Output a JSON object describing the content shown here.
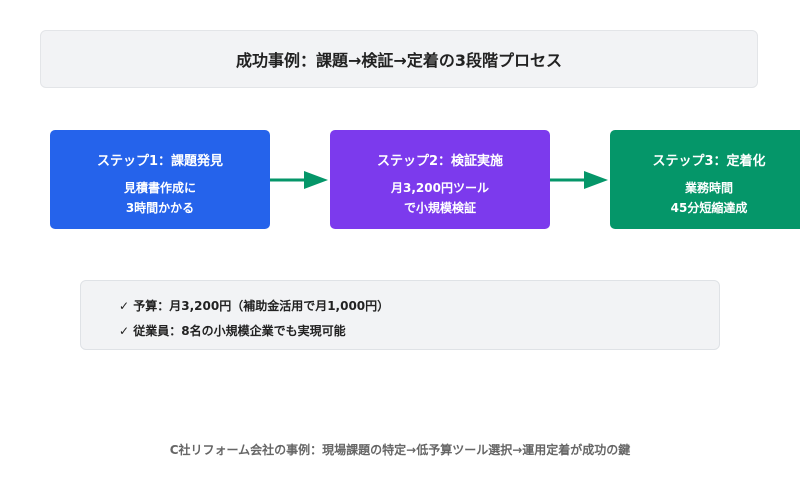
{
  "title": "成功事例：課題→検証→定着の3段階プロセス",
  "steps": [
    {
      "title": "ステップ1：課題発見",
      "lines": [
        "見積書作成に",
        "3時間かかる"
      ],
      "color": "#2563eb"
    },
    {
      "title": "ステップ2：検証実施",
      "lines": [
        "月3,200円ツール",
        "で小規模検証"
      ],
      "color": "#7c3aed"
    },
    {
      "title": "ステップ3：定着化",
      "lines": [
        "業務時間",
        "45分短縮達成"
      ],
      "color": "#059669"
    }
  ],
  "arrow_color": "#059669",
  "notes": [
    "✓ 予算：月3,200円（補助金活用で月1,000円）",
    "✓ 従業員：8名の小規模企業でも実現可能"
  ],
  "footer": "C社リフォーム会社の事例：現場課題の特定→低予算ツール選択→運用定着が成功の鍵"
}
